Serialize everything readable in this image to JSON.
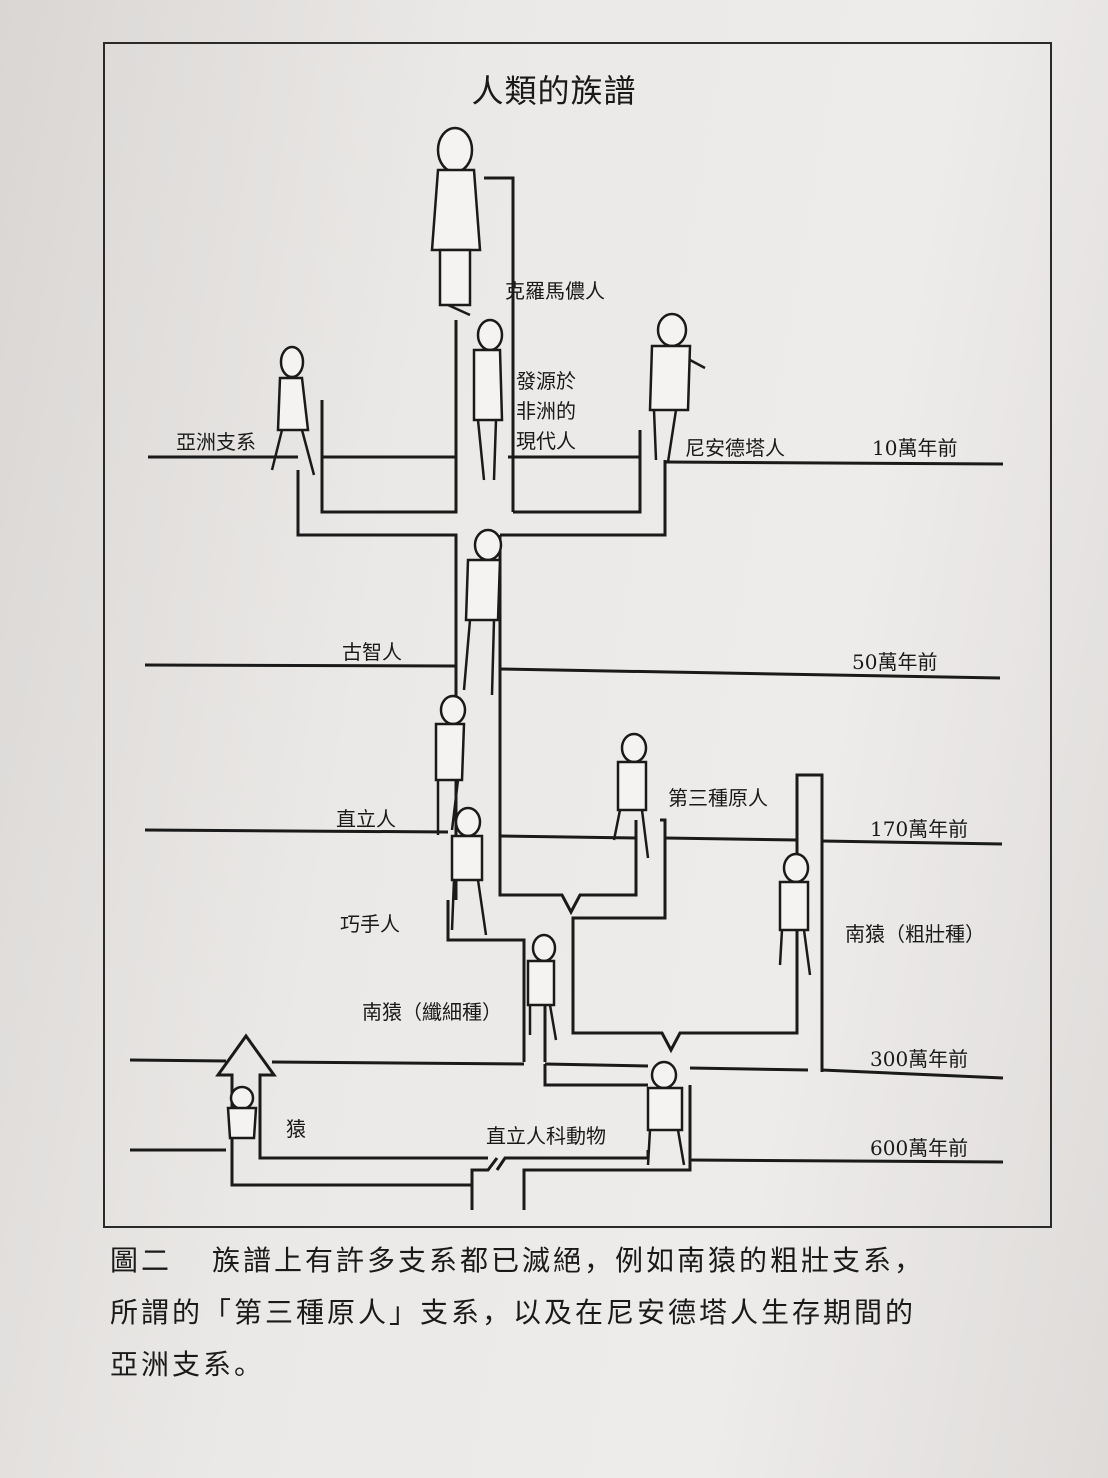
{
  "title": "人類的族譜",
  "time_labels": [
    "10萬年前",
    "50萬年前",
    "170萬年前",
    "300萬年前",
    "600萬年前"
  ],
  "species": {
    "cro_magnon": "克羅馬儂人",
    "modern_africa": [
      "發源於",
      "非洲的",
      "現代人"
    ],
    "asian_branch": "亞洲支系",
    "neanderthal": "尼安德塔人",
    "archaic_sapiens": "古智人",
    "homo_erectus": "直立人",
    "third_hominid": "第三種原人",
    "homo_habilis": "巧手人",
    "robust_australopithecine": "南猿（粗壯種）",
    "gracile_australopithecine": "南猿（纖細種）",
    "ape": "猿",
    "hominidae": "直立人科動物"
  },
  "caption": {
    "label": "圖二",
    "line1": "族譜上有許多支系都已滅絕，例如南猿的粗壯支系，",
    "line2": "所謂的「第三種原人」支系，以及在尼安德塔人生存期間的",
    "line3": "亞洲支系。"
  }
}
